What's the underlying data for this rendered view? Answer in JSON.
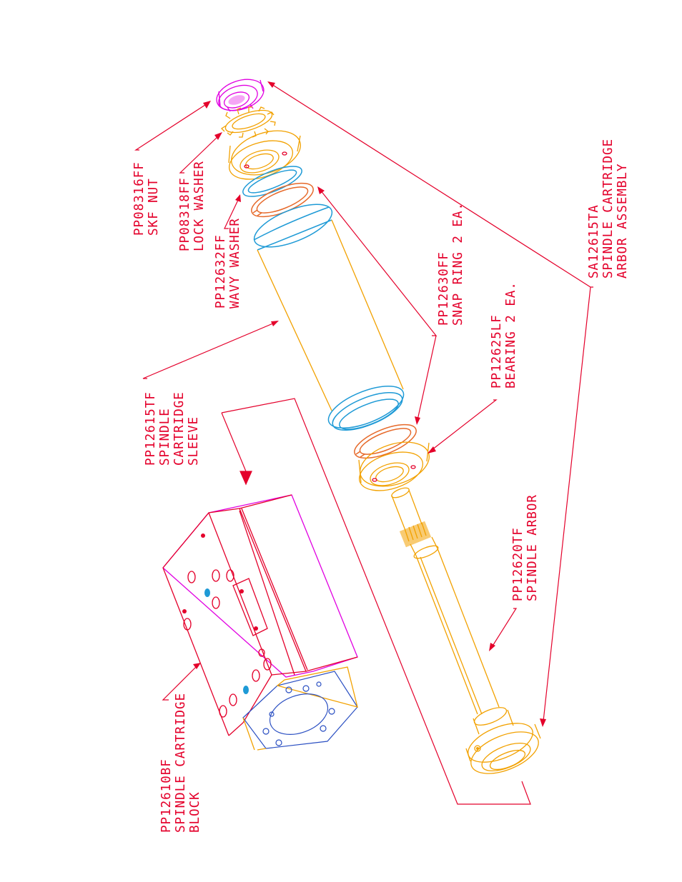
{
  "callouts": [
    {
      "id": "skf-nut",
      "lines": [
        "PP08316FF",
        "SKF NUT"
      ]
    },
    {
      "id": "lock-washer",
      "lines": [
        "PP08318FF",
        "LOCK WASHER"
      ]
    },
    {
      "id": "wavy-washer",
      "lines": [
        "PP12632FF",
        "WAVY WASHER"
      ]
    },
    {
      "id": "snap-ring",
      "lines": [
        "PP12630FF",
        "SNAP RING 2 EA."
      ]
    },
    {
      "id": "bearing",
      "lines": [
        "PP12625LF",
        "BEARING 2 EA."
      ]
    },
    {
      "id": "arbor-assembly",
      "lines": [
        "SA12615TA",
        "SPINDLE CARTRIDGE",
        "ARBOR ASSEMBLY"
      ]
    },
    {
      "id": "sleeve",
      "lines": [
        "PP12615TF",
        "SPINDLE",
        "CARTRIDGE",
        "SLEEVE"
      ]
    },
    {
      "id": "spindle-arbor",
      "lines": [
        "PP12620TF",
        "SPINDLE ARBOR"
      ]
    },
    {
      "id": "cartridge-block",
      "lines": [
        "PP12610BF",
        "SPINDLE CARTRIDGE",
        "BLOCK"
      ]
    }
  ],
  "colors": {
    "callout": "#e4002b",
    "nut": "#e100e1",
    "washer": "#f2a100",
    "sleeve": "#1e9ad6",
    "snap_ring": "#e6692a",
    "bolt_holes": "#2a4fc2"
  }
}
